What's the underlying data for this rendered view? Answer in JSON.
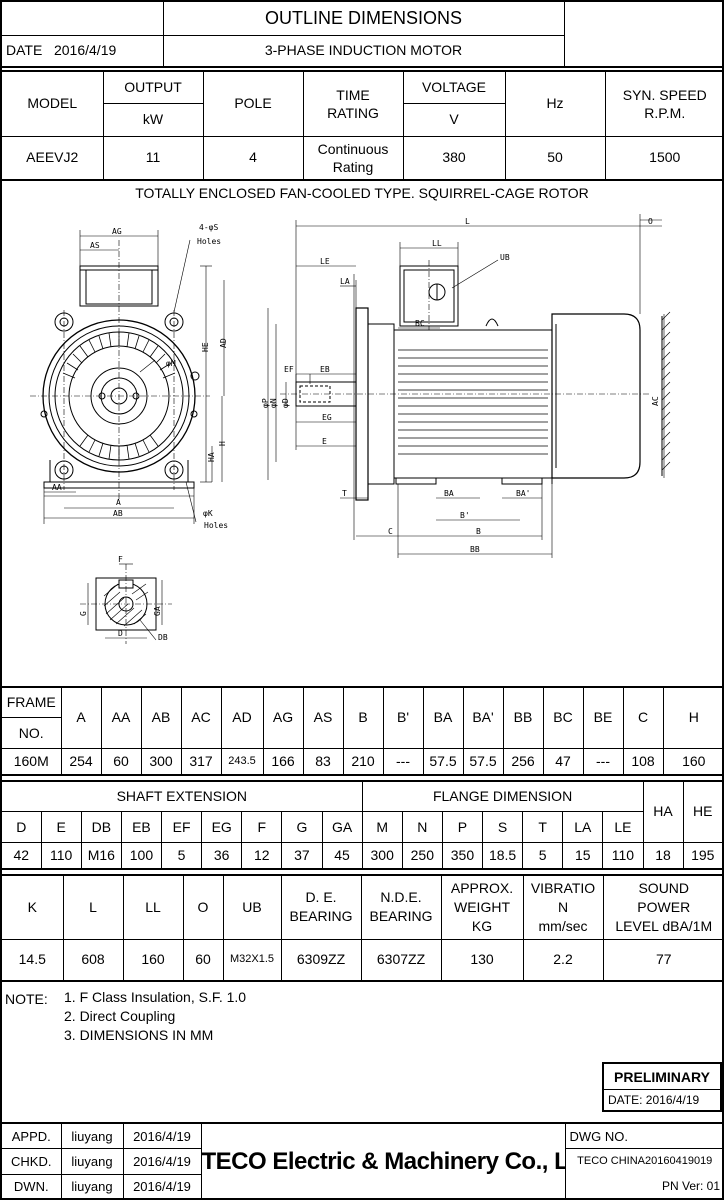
{
  "header": {
    "title": "OUTLINE DIMENSIONS",
    "subtitle": "3-PHASE INDUCTION MOTOR",
    "date_label": "DATE",
    "date_value": "2016/4/19"
  },
  "spec": {
    "model_label": "MODEL",
    "output_label": "OUTPUT",
    "output_unit": "kW",
    "pole_label": "POLE",
    "time_label_1": "TIME",
    "time_label_2": "RATING",
    "voltage_label": "VOLTAGE",
    "voltage_unit": "V",
    "hz_label": "Hz",
    "speed_label_1": "SYN. SPEED",
    "speed_label_2": "R.P.M.",
    "model": "AEEVJ2",
    "output": "11",
    "pole": "4",
    "time_1": "Continuous",
    "time_2": "Rating",
    "voltage": "380",
    "hz": "50",
    "speed": "1500"
  },
  "drawing": {
    "caption": "TOTALLY ENCLOSED FAN-COOLED TYPE. SQUIRREL-CAGE ROTOR",
    "labels": {
      "ag": "AG",
      "as": "AS",
      "holes_top": "4-φS",
      "holes_top_2": "Holes",
      "he": "HE",
      "ad": "AD",
      "m": "φM",
      "h": "H",
      "ha": "HA",
      "aa": "AA",
      "a": "A",
      "ab": "AB",
      "k": "φK",
      "holes_bot": "Holes",
      "l": "L",
      "o": "O",
      "ll": "LL",
      "ub": "UB",
      "le": "LE",
      "la": "LA",
      "bc": "BC",
      "ef": "EF",
      "eb": "EB",
      "p": "φP",
      "n": "φN",
      "d": "φD",
      "eg": "EG",
      "e": "E",
      "ac": "AC",
      "t": "T",
      "ba": "BA",
      "ba2": "BA'",
      "b2": "B'",
      "b": "B",
      "c": "C",
      "bb": "BB",
      "f": "F",
      "g": "G",
      "ga": "GA",
      "dd": "D",
      "db": "DB"
    }
  },
  "frame_table": {
    "headers": [
      "A",
      "AA",
      "AB",
      "AC",
      "AD",
      "AG",
      "AS",
      "B",
      "B'",
      "BA",
      "BA'",
      "BB",
      "BC",
      "BE",
      "C",
      "H"
    ],
    "frame_label_1": "FRAME",
    "frame_label_2": "NO.",
    "frame": "160M",
    "values": [
      "254",
      "60",
      "300",
      "317",
      "243.5",
      "166",
      "83",
      "210",
      "---",
      "57.5",
      "57.5",
      "256",
      "47",
      "---",
      "108",
      "160"
    ]
  },
  "shaft_table": {
    "shaft_label": "SHAFT  EXTENSION",
    "flange_label": "FLANGE DIMENSION",
    "ha_label": "HA",
    "he_label": "HE",
    "headers": [
      "D",
      "E",
      "DB",
      "EB",
      "EF",
      "EG",
      "F",
      "G",
      "GA",
      "M",
      "N",
      "P",
      "S",
      "T",
      "LA",
      "LE"
    ],
    "values": [
      "42",
      "110",
      "M16",
      "100",
      "5",
      "36",
      "12",
      "37",
      "45",
      "300",
      "250",
      "350",
      "18.5",
      "5",
      "15",
      "110",
      "18",
      "195"
    ]
  },
  "misc_table": {
    "k": "K",
    "l": "L",
    "ll": "LL",
    "o": "O",
    "ub": "UB",
    "de_1": "D. E.",
    "de_2": "BEARING",
    "nde_1": "N.D.E.",
    "nde_2": "BEARING",
    "wt_1": "APPROX.",
    "wt_2": "WEIGHT",
    "wt_3": "KG",
    "vib_1": "VIBRATIO",
    "vib_2": "N",
    "vib_3": "mm/sec",
    "snd_1": "SOUND",
    "snd_2": "POWER",
    "snd_3": "LEVEL dBA/1M",
    "values": [
      "14.5",
      "608",
      "160",
      "60",
      "M32X1.5",
      "6309ZZ",
      "6307ZZ",
      "130",
      "2.2",
      "77"
    ]
  },
  "notes": {
    "label": "NOTE:",
    "items": [
      "1. F Class Insulation, S.F. 1.0",
      "2. Direct Coupling",
      "3. DIMENSIONS IN MM"
    ]
  },
  "preliminary": {
    "title": "PRELIMINARY",
    "date_label": "DATE:",
    "date": "2016/4/19"
  },
  "titleblock": {
    "rows": [
      {
        "role": "APPD.",
        "name": "liuyang",
        "date": "2016/4/19"
      },
      {
        "role": "CHKD.",
        "name": "liuyang",
        "date": "2016/4/19"
      },
      {
        "role": "DWN.",
        "name": "liuyang",
        "date": "2016/4/19"
      }
    ],
    "company": "TECO Electric & Machinery Co., Ltd.",
    "dwg_label": "DWG NO.",
    "dwg_no": "TECO CHINA20160419019",
    "pn_ver": "PN Ver: 01"
  }
}
